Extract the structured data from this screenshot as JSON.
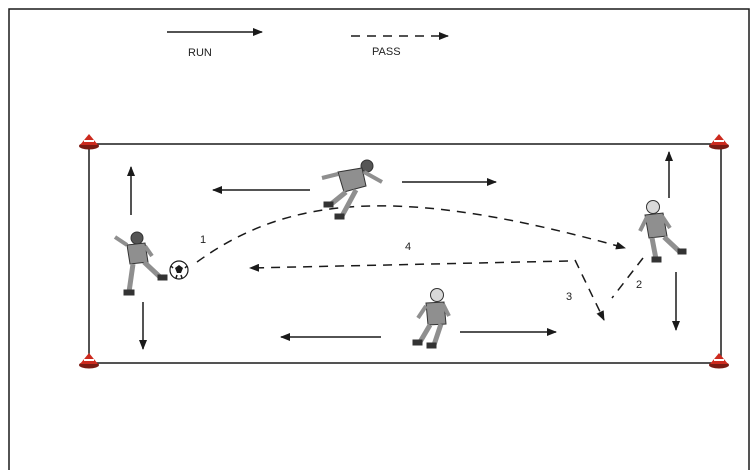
{
  "legend": {
    "run_label": "RUN",
    "pass_label": "PASS"
  },
  "passes": {
    "p1": "1",
    "p2": "2",
    "p3": "3",
    "p4": "4"
  },
  "colors": {
    "line": "#1a1a1a",
    "cone": "#cc2a1e",
    "player": "#8f8f8f"
  },
  "icons": {
    "cone": "training-cone-icon",
    "player": "soccer-player-icon",
    "ball": "soccer-ball-icon"
  }
}
